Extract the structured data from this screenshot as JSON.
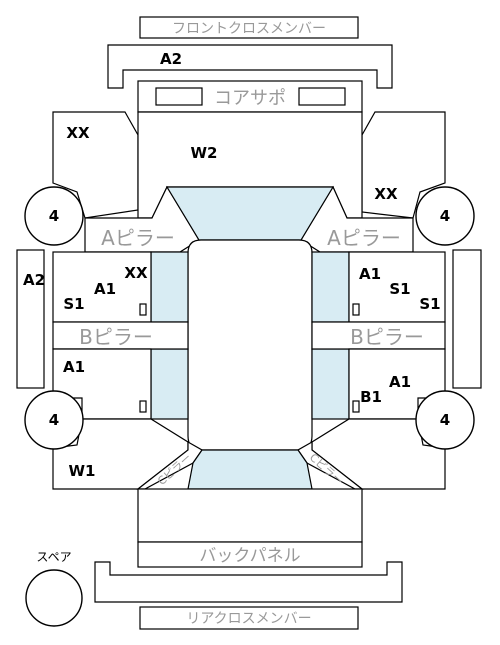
{
  "panels": {
    "front_cross_member": "フロントクロスメンバー",
    "core_support": "コアサポ",
    "a_pillar_left": "Aピラー",
    "a_pillar_right": "Aピラー",
    "b_pillar_left": "Bピラー",
    "b_pillar_right": "Bピラー",
    "back_panel": "バックパネル",
    "rear_cross_member": "リアクロスメンバー",
    "c_pillar_left": "Cピラー",
    "c_pillar_right": "Cピラー",
    "spare": "スペア"
  },
  "marks": {
    "front_a2": "A2",
    "hood_w2": "W2",
    "fender_left_xx": "XX",
    "fender_right_xx": "XX",
    "sill_left_a2": "A2",
    "front_door_left_xx": "XX",
    "front_door_left_a1": "A1",
    "front_door_left_s1": "S1",
    "front_door_right_a1": "A1",
    "front_door_right_s1_inner": "S1",
    "front_door_right_s1_outer": "S1",
    "rear_door_left_a1": "A1",
    "rear_door_right_a1": "A1",
    "rear_door_right_b1": "B1",
    "rear_fender_left_w1": "W1"
  },
  "wheels": {
    "front_left": "4",
    "front_right": "4",
    "rear_left": "4",
    "rear_right": "4"
  },
  "colors": {
    "glass": "#d8ecf3",
    "outline": "#000000",
    "panel_label": "#999999"
  }
}
